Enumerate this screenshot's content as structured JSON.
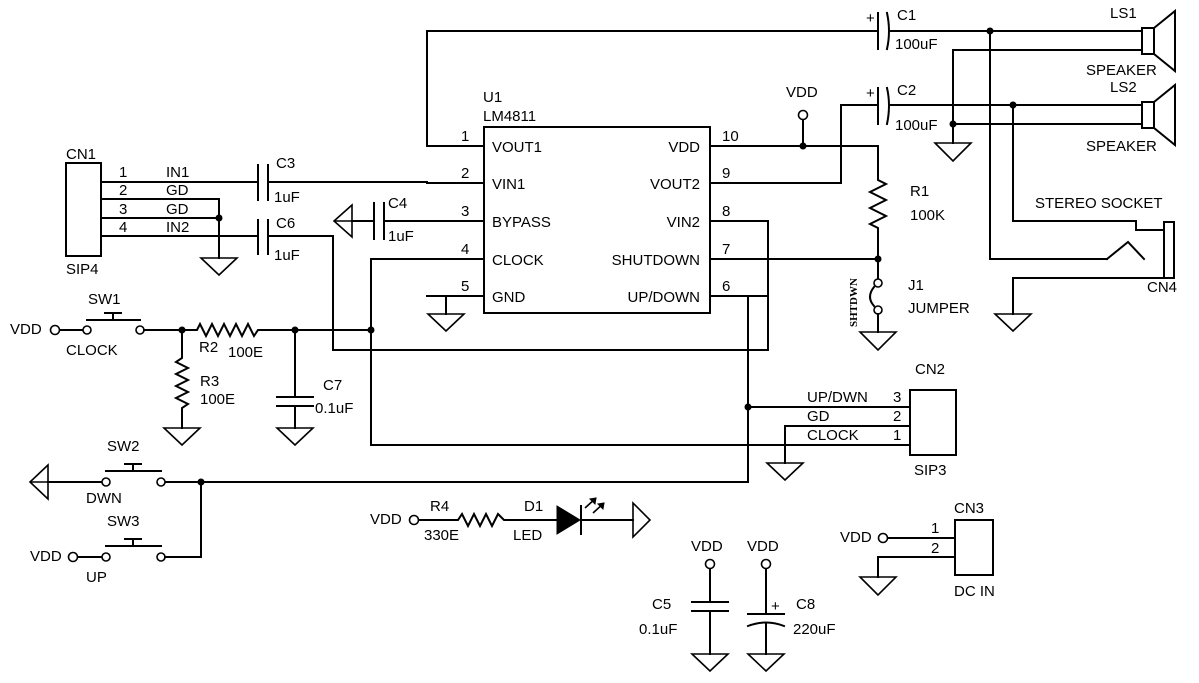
{
  "ic": {
    "ref": "U1",
    "part": "LM4811",
    "pins": [
      {
        "num": "1",
        "name": "VOUT1"
      },
      {
        "num": "2",
        "name": "VIN1"
      },
      {
        "num": "3",
        "name": "BYPASS"
      },
      {
        "num": "4",
        "name": "CLOCK"
      },
      {
        "num": "5",
        "name": "GND"
      },
      {
        "num": "10",
        "name": "VDD"
      },
      {
        "num": "9",
        "name": "VOUT2"
      },
      {
        "num": "8",
        "name": "VIN2"
      },
      {
        "num": "7",
        "name": "SHUTDOWN"
      },
      {
        "num": "6",
        "name": "UP/DOWN"
      }
    ]
  },
  "cn1": {
    "ref": "CN1",
    "type": "SIP4",
    "pins": [
      {
        "num": "1",
        "label": "IN1"
      },
      {
        "num": "2",
        "label": "GD"
      },
      {
        "num": "3",
        "label": "GD"
      },
      {
        "num": "4",
        "label": "IN2"
      }
    ]
  },
  "cn2": {
    "ref": "CN2",
    "type": "SIP3",
    "pins": [
      {
        "num": "3",
        "label": "UP/DWN"
      },
      {
        "num": "2",
        "label": "GD"
      },
      {
        "num": "1",
        "label": "CLOCK"
      }
    ]
  },
  "cn3": {
    "ref": "CN3",
    "type": "DC IN",
    "pins": [
      {
        "num": "1"
      },
      {
        "num": "2"
      }
    ]
  },
  "cn4": {
    "ref": "CN4",
    "label": "STEREO SOCKET"
  },
  "capacitors": {
    "c1": {
      "ref": "C1",
      "value": "100uF"
    },
    "c2": {
      "ref": "C2",
      "value": "100uF"
    },
    "c3": {
      "ref": "C3",
      "value": "1uF"
    },
    "c4": {
      "ref": "C4",
      "value": "1uF"
    },
    "c5": {
      "ref": "C5",
      "value": "0.1uF"
    },
    "c6": {
      "ref": "C6",
      "value": "1uF"
    },
    "c7": {
      "ref": "C7",
      "value": "0.1uF"
    },
    "c8": {
      "ref": "C8",
      "value": "220uF"
    }
  },
  "resistors": {
    "r1": {
      "ref": "R1",
      "value": "100K"
    },
    "r2": {
      "ref": "R2",
      "value": "100E"
    },
    "r3": {
      "ref": "R3",
      "value": "100E"
    },
    "r4": {
      "ref": "R4",
      "value": "330E"
    }
  },
  "switches": {
    "sw1": {
      "ref": "SW1",
      "label": "CLOCK"
    },
    "sw2": {
      "ref": "SW2",
      "label": "DWN"
    },
    "sw3": {
      "ref": "SW3",
      "label": "UP"
    }
  },
  "led": {
    "ref": "D1",
    "label": "LED"
  },
  "jumper": {
    "ref": "J1",
    "label": "JUMPER",
    "side_text": "SHTDWN"
  },
  "speakers": {
    "ls1": {
      "ref": "LS1",
      "label": "SPEAKER"
    },
    "ls2": {
      "ref": "LS2",
      "label": "SPEAKER"
    }
  },
  "power": {
    "vdd": "VDD",
    "plus": "+"
  }
}
